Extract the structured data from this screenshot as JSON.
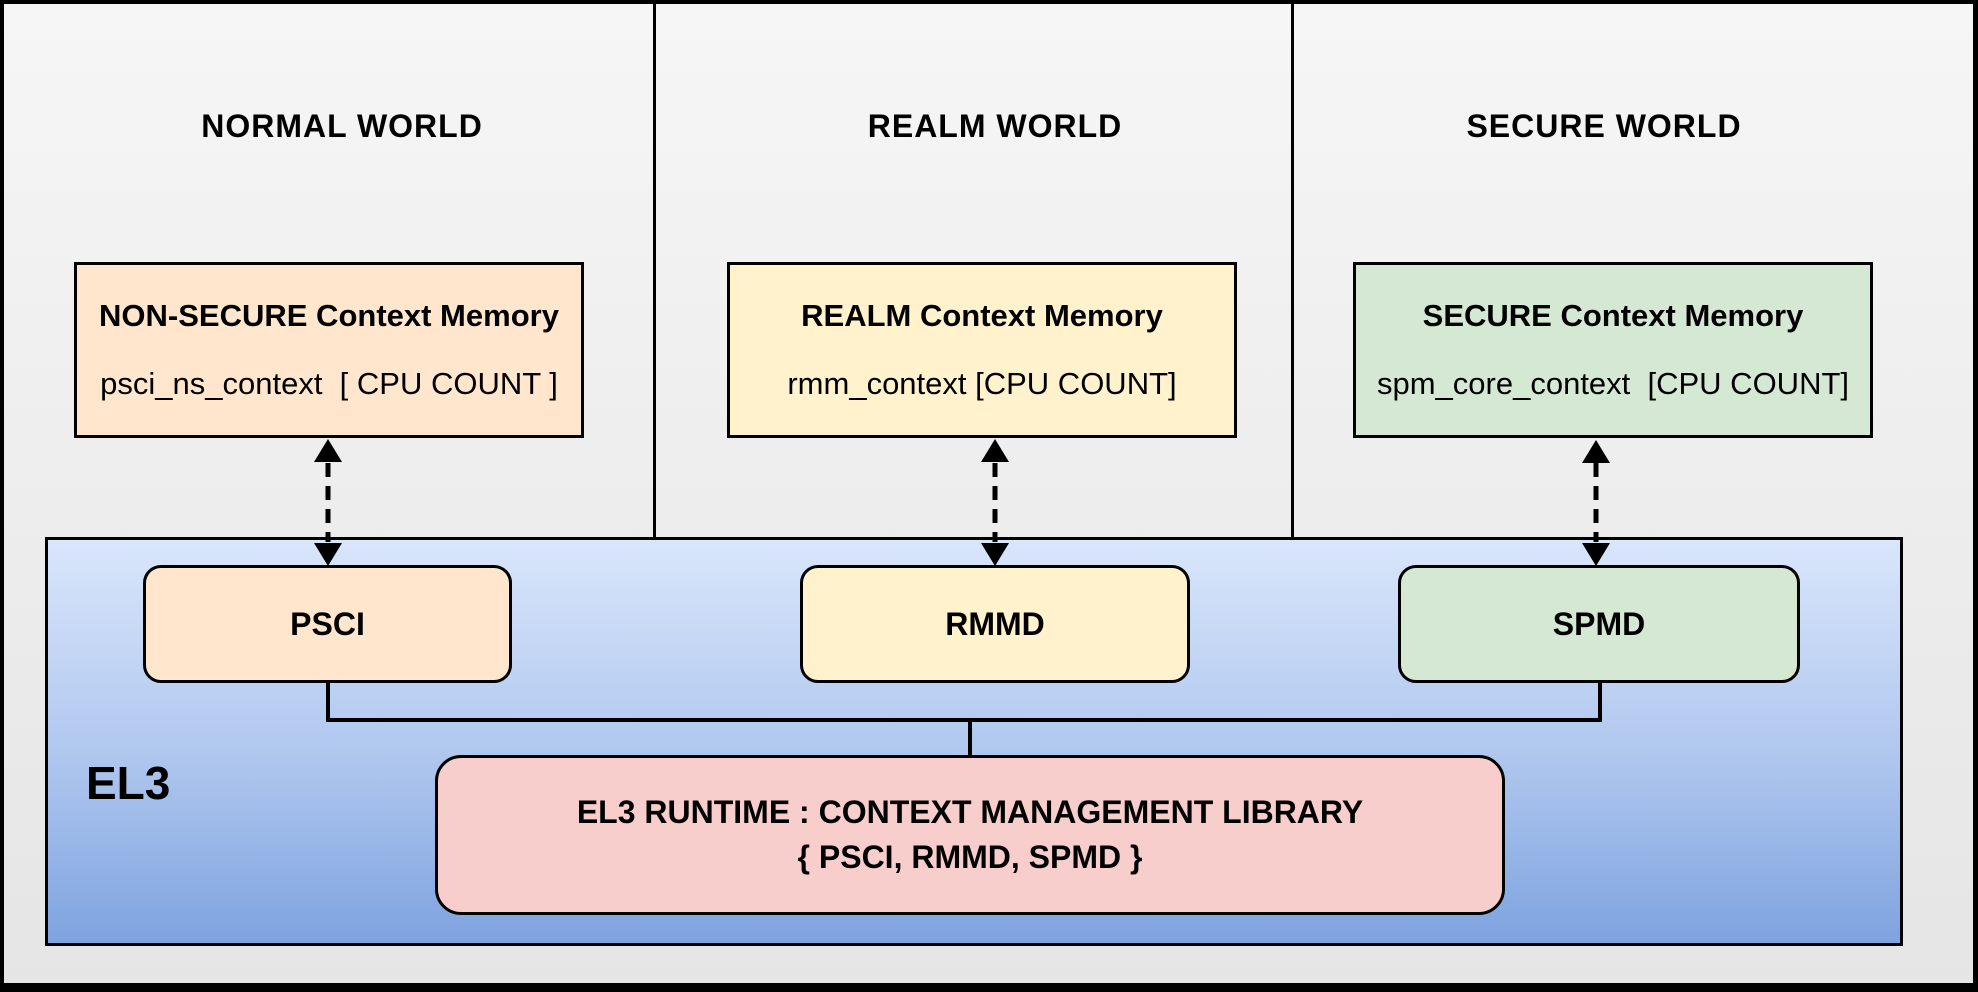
{
  "diagram": {
    "worlds": [
      {
        "title": "NORMAL WORLD",
        "memory_title": "NON-SECURE Context Memory",
        "memory_value": "psci_ns_context  [ CPU COUNT ]",
        "component": "PSCI",
        "fill": "#FFE6CC"
      },
      {
        "title": "REALM WORLD",
        "memory_title": "REALM Context Memory",
        "memory_value": "rmm_context [CPU COUNT]",
        "component": "RMMD",
        "fill": "#FFF2CC"
      },
      {
        "title": "SECURE WORLD",
        "memory_title": "SECURE Context Memory",
        "memory_value": "spm_core_context  [CPU COUNT]",
        "component": "SPMD",
        "fill": "#D5E8D4"
      }
    ],
    "el3": {
      "label": "EL3",
      "runtime_line1": "EL3 RUNTIME : CONTEXT MANAGEMENT LIBRARY",
      "runtime_line2": "{ PSCI, RMMD, SPMD }",
      "runtime_fill": "#F8CECC"
    },
    "colors": {
      "normal_fill": "#FFE6CC",
      "realm_fill": "#FFF2CC",
      "secure_fill": "#D5E8D4",
      "runtime_fill": "#F8CECC",
      "el3_gradient_top": "#D9E6FB",
      "el3_gradient_bottom": "#7EA3DF",
      "panel_background": "#F0F0F0",
      "line_color": "#000000"
    }
  }
}
